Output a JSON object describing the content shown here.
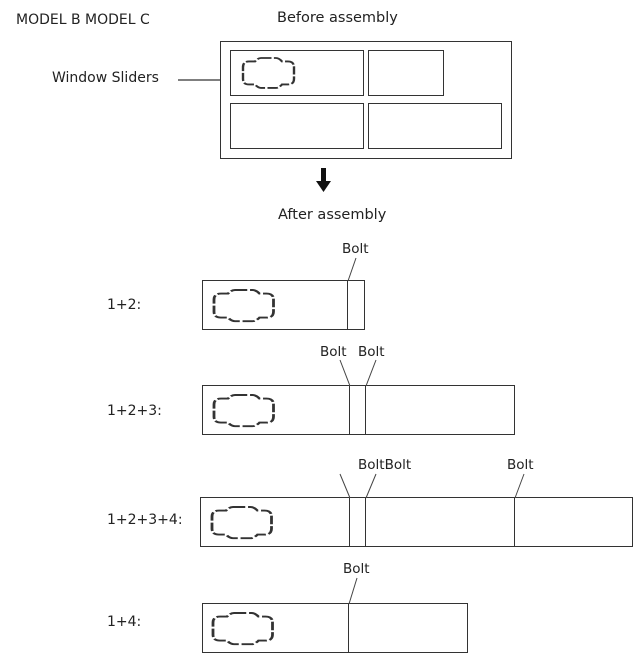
{
  "header": {
    "models": "MODEL B MODEL C",
    "before": "Before assembly",
    "after": "After assembly",
    "window_sliders": "Window Sliders"
  },
  "rows": [
    {
      "label": "1+2:",
      "bolts": [
        "Bolt"
      ]
    },
    {
      "label": "1+2+3:",
      "bolts": [
        "Bolt",
        "Bolt"
      ]
    },
    {
      "label": "1+2+3+4:",
      "bolts": [
        "BoltBolt",
        "Bolt"
      ]
    },
    {
      "label": "1+4:",
      "bolts": [
        "Bolt"
      ]
    }
  ],
  "icons": [
    "rounded-slot-icon",
    "down-arrow-icon"
  ],
  "colors": {
    "line": "#333333",
    "background": "#ffffff"
  }
}
